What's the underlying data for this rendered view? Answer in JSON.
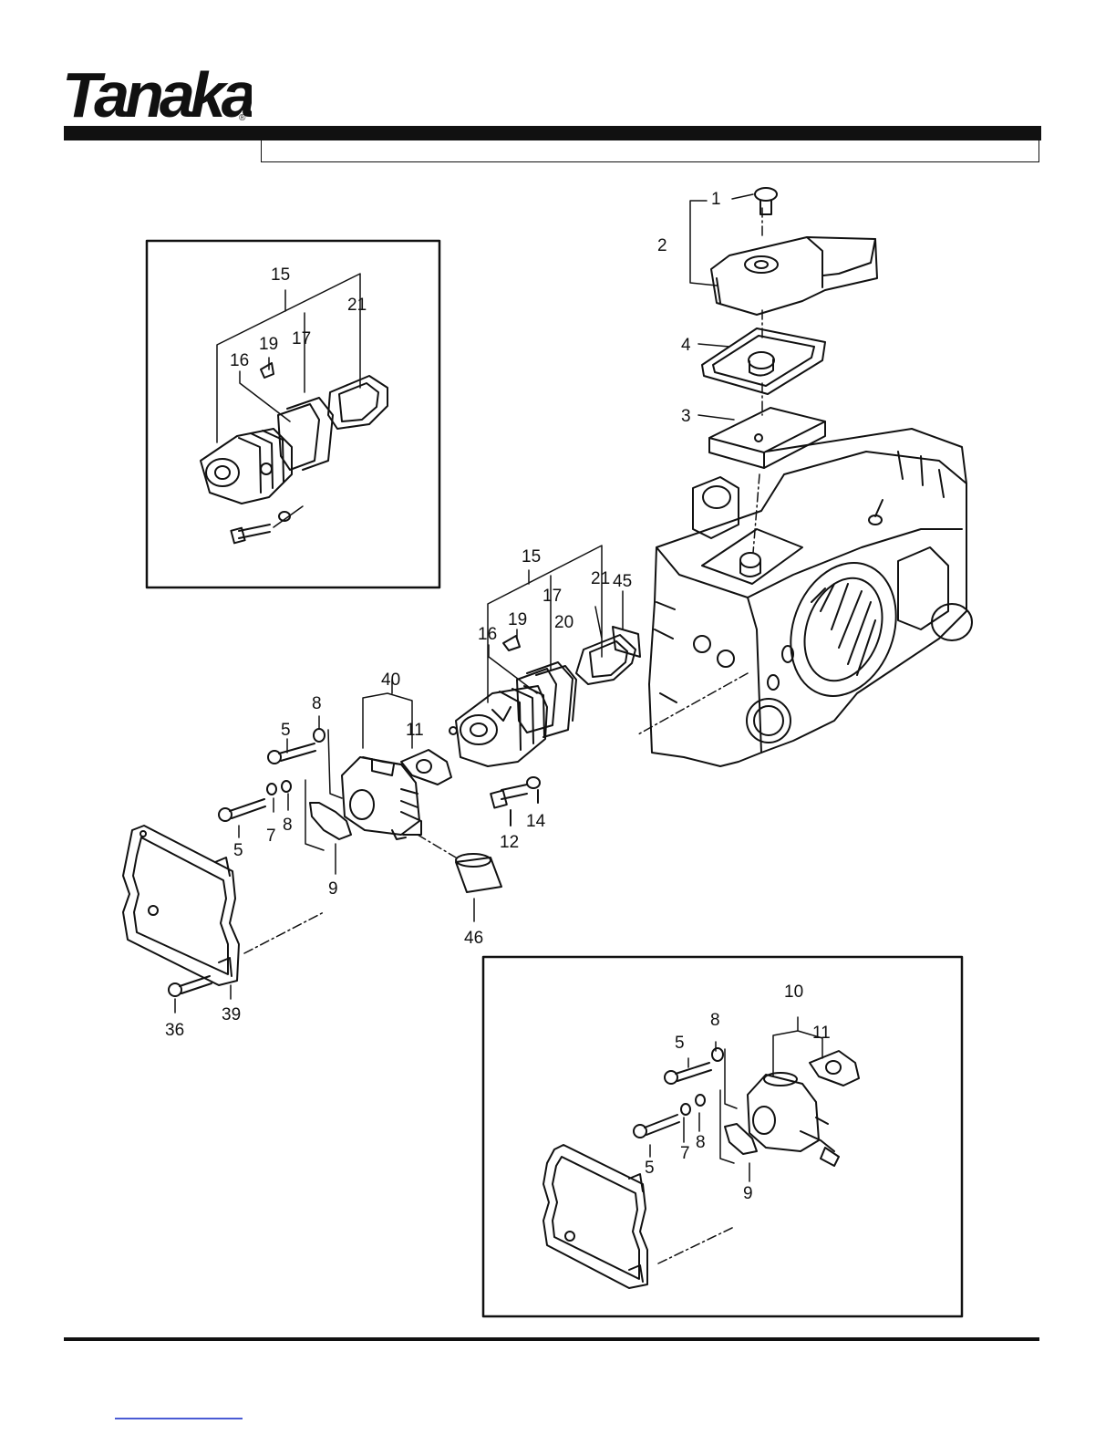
{
  "brand": {
    "logo_text": "Tanaka",
    "registered_mark": "®"
  },
  "colors": {
    "ink": "#111111",
    "paper": "#ffffff",
    "link": "#4a5bd4"
  },
  "inset_top_left": {
    "callouts": {
      "c15": "15",
      "c16": "16",
      "c17": "17",
      "c19": "19",
      "c21": "21"
    }
  },
  "main": {
    "callouts": {
      "c1": "1",
      "c2": "2",
      "c3": "3",
      "c4": "4",
      "c5a": "5",
      "c5b": "5",
      "c7": "7",
      "c8a": "8",
      "c8b": "8",
      "c9": "9",
      "c11": "11",
      "c12": "12",
      "c14": "14",
      "c15": "15",
      "c16": "16",
      "c17": "17",
      "c19": "19",
      "c20": "20",
      "c21": "21",
      "c36": "36",
      "c39": "39",
      "c40": "40",
      "c45": "45",
      "c46": "46"
    }
  },
  "inset_bottom_right": {
    "callouts": {
      "c10": "10",
      "c11": "11",
      "c8a": "8",
      "c5a": "5",
      "c5b": "5",
      "c7": "7",
      "c8b": "8",
      "c9": "9"
    }
  }
}
